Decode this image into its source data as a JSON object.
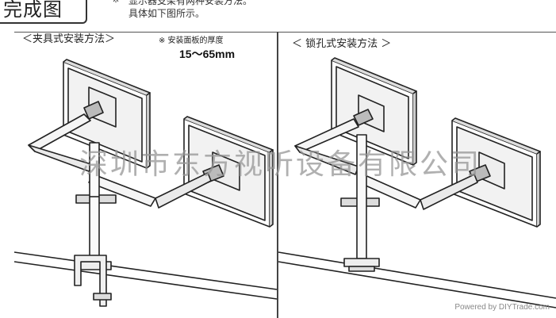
{
  "header": {
    "title": "完成图",
    "note_mark": "※",
    "note_line1": "显示器支架有两种安装方法。",
    "note_line2": "具体如下图所示。"
  },
  "left_section": {
    "title": "＜夹具式安装方法＞",
    "thickness_note": "※ 安装面板的厚度",
    "thickness_range": "15～65mm"
  },
  "right_section": {
    "title": "＜ 锁孔式安装方法 ＞"
  },
  "watermark": "深圳市东方视听设备有限公司",
  "footer": "Powered by DIYTrade.com"
}
